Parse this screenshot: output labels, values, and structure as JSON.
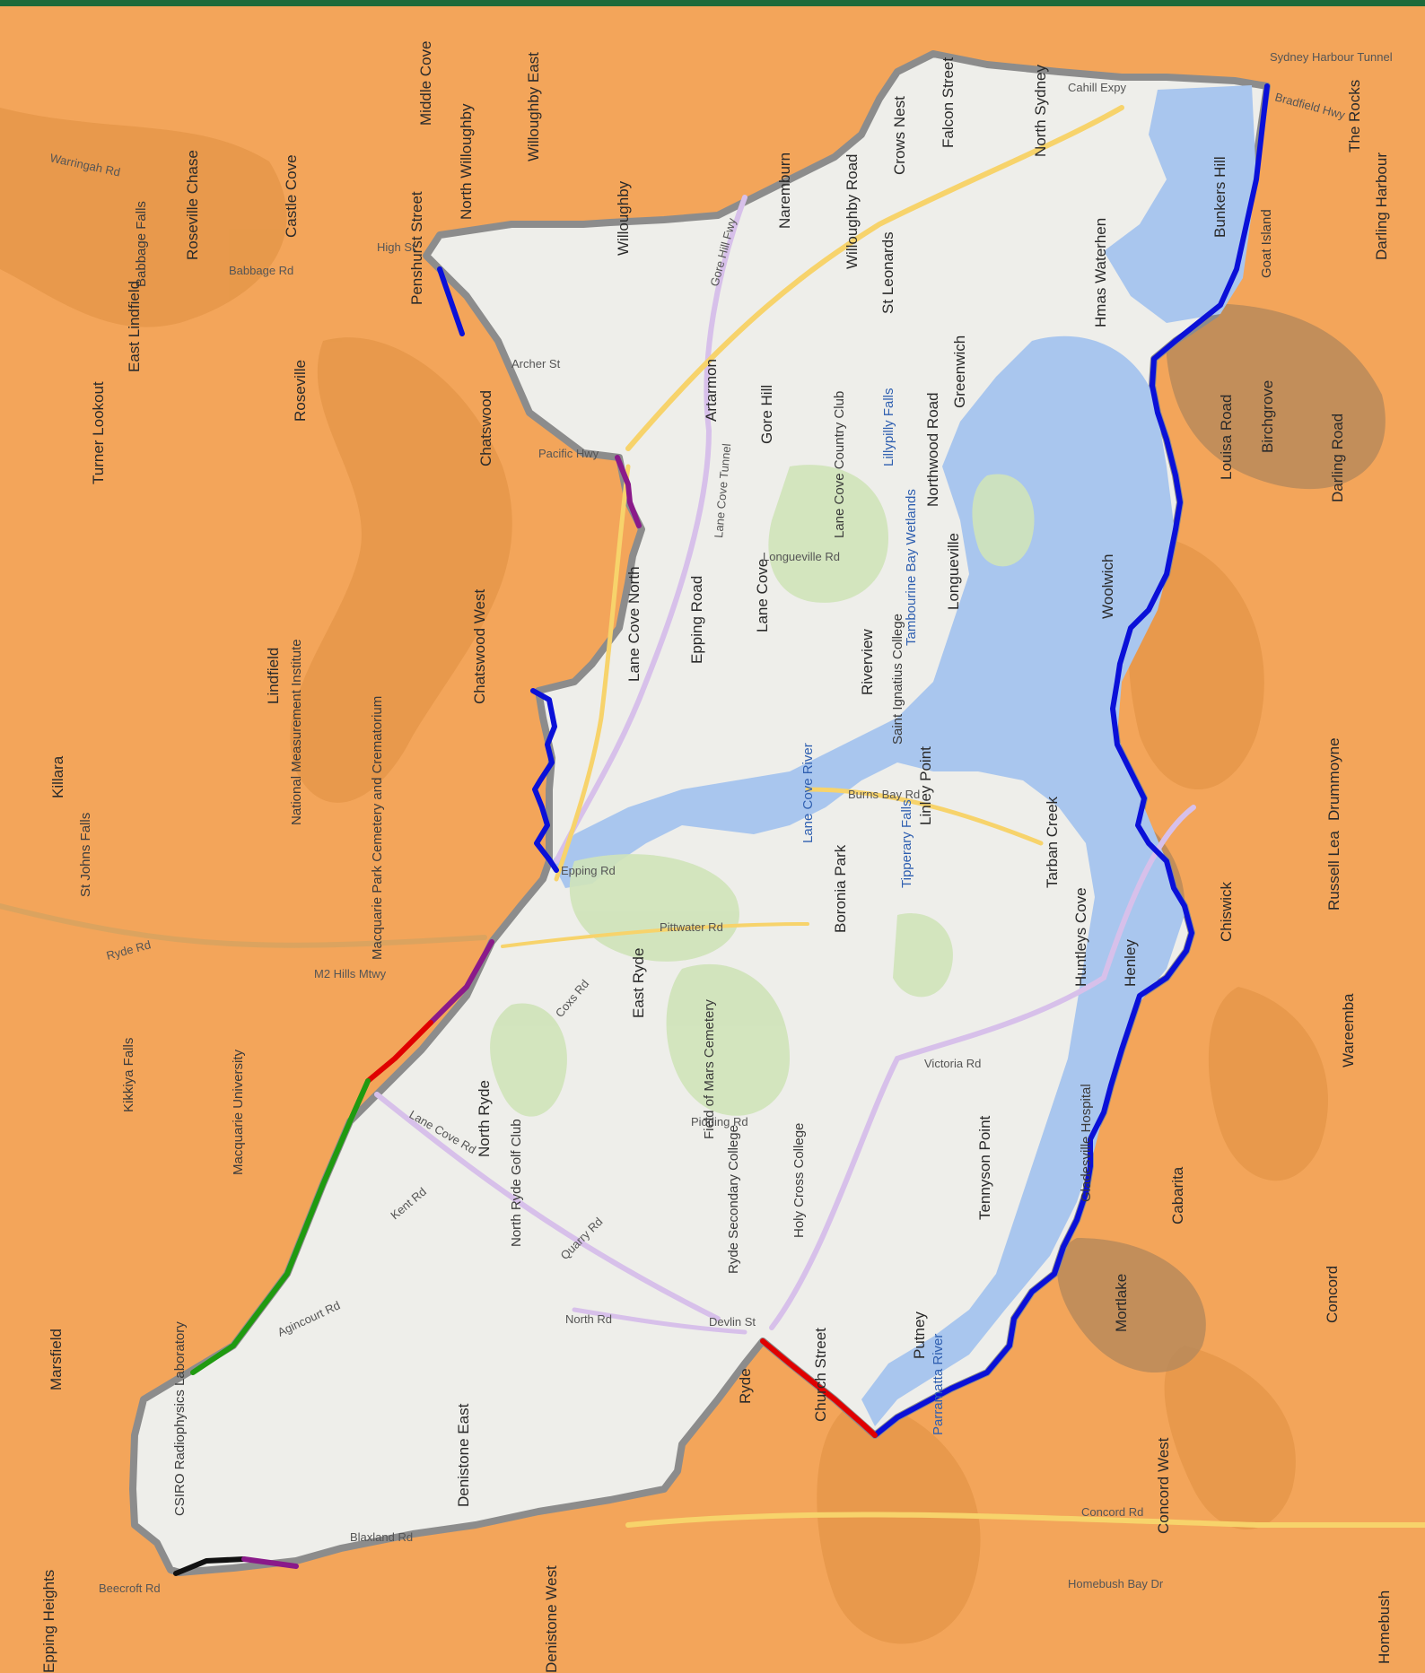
{
  "colors": {
    "outside": "#f3a55a",
    "outside_dark": "#e39446",
    "inside": "#eeeeea",
    "water": "#a9c6ee",
    "park": "#cfe3b9",
    "boundary_grey": "#8c8c8c",
    "blue": "#0a10d8",
    "red": "#e00000",
    "green": "#1f9a10",
    "purple": "#8a1a8a",
    "black": "#111111",
    "top_bar": "#1d6a3a"
  },
  "suburbs": {
    "north_sydney": "North Sydney",
    "crows_nest": "Crows Nest",
    "falcon_street": "Falcon Street",
    "willoughby": "Willoughby",
    "naremburn": "Naremburn",
    "willoughby_road": "Willoughby Road",
    "st_leonards": "St Leonards",
    "artarmon": "Artarmon",
    "gore_hill": "Gore Hill",
    "greenwich": "Greenwich",
    "northwood_road": "Northwood Road",
    "longueville": "Longueville",
    "lane_cove": "Lane Cove",
    "lane_cove_north": "Lane Cove North",
    "epping_road": "Epping Road",
    "riverview": "Riverview",
    "woolwich": "Woolwich",
    "linley_point": "Linley Point",
    "boronia_park": "Boronia Park",
    "east_ryde": "East Ryde",
    "north_ryde": "North Ryde",
    "huntleys_cove": "Huntleys Cove",
    "henley": "Henley",
    "tennyson_point": "Tennyson Point",
    "putney": "Putney",
    "ryde": "Ryde",
    "denistone_east": "Denistone East",
    "bunkers_hill": "Bunkers Hill",
    "hmas_waterhen": "Hmas Waterhen",
    "chatswood": "Chatswood",
    "chatswood_west": "Chatswood West",
    "roseville": "Roseville",
    "roseville_chase": "Roseville Chase",
    "castle_cove": "Castle Cove",
    "middle_cove": "Middle Cove",
    "north_willoughby": "North Willoughby",
    "willoughby_east": "Willoughby East",
    "penshurst_street": "Penshurst Street",
    "east_lindfield": "East Lindfield",
    "lindfield": "Lindfield",
    "killara": "Killara",
    "marsfield": "Marsfield",
    "chiswick": "Chiswick",
    "drummoyne": "Drummoyne",
    "russell_lea": "Russell Lea",
    "wareemba": "Wareemba",
    "cabarita": "Cabarita",
    "mortlake": "Mortlake",
    "concord": "Concord",
    "concord_west": "Concord West",
    "birchgrove": "Birchgrove",
    "louisa_road": "Louisa Road",
    "darling_road": "Darling Road",
    "the_rocks": "The Rocks",
    "darling_harbour": "Darling Harbour",
    "goat_island": "Goat Island",
    "turner_lookout": "Turner Lookout",
    "tarban_creek": "Tarban Creek",
    "church_street": "Church Street",
    "homebush": "Homebush",
    "epping_heights": "Epping Heights",
    "denistone_west": "Denistone West"
  },
  "roads": {
    "sydney_harbour_tunnel": "Sydney Harbour Tunnel",
    "cahill_expy": "Cahill Expy",
    "bradfield_hwy": "Bradfield Hwy",
    "pacific_hwy": "Pacific Hwy",
    "gore_hill_fwy": "Gore Hill Fwy",
    "lane_cove_tunnel": "Lane Cove Tunnel",
    "m2_hills_mtwy": "M2 Hills Mtwy",
    "lane_cove_rd": "Lane Cove Rd",
    "victoria_rd": "Victoria Rd",
    "epping_rd": "Epping Rd",
    "pittwater_rd": "Pittwater Rd",
    "warringah_rd": "Warringah Rd",
    "babbage_rd": "Babbage Rd",
    "high_st": "High St",
    "archer_st": "Archer St",
    "ryde_rd": "Ryde Rd",
    "blaxland_rd": "Blaxland Rd",
    "concord_rd": "Concord Rd",
    "homebush_bay_dr": "Homebush Bay Dr",
    "devlin_st": "Devlin St",
    "longueville_rd": "Longueville Rd",
    "burns_bay_rd": "Burns Bay Rd",
    "beecroft_rd": "Beecroft Rd",
    "pidding_rd": "Pidding Rd",
    "agincourt_rd": "Agincourt Rd",
    "north_rd": "North Rd",
    "coxs_rd": "Coxs Rd",
    "kent_rd": "Kent Rd",
    "quarry_rd": "Quarry Rd"
  },
  "water": {
    "lane_cove_river": "Lane Cove River",
    "parramatta_river": "Parramatta River",
    "lillypilly_falls": "Lillypilly Falls",
    "tipperary_falls": "Tipperary Falls",
    "tambourine_bay_wetlands": "Tambourine Bay Wetlands",
    "st_johns_falls": "St Johns Falls",
    "kikkiya_falls": "Kikkiya Falls",
    "babbage_falls": "Babbage Falls"
  },
  "places": {
    "lane_cove_country_club": "Lane Cove Country Club",
    "field_of_mars_cemetery": "Field of Mars Cemetery",
    "macquarie_university": "Macquarie University",
    "csiro": "CSIRO Radiophysics Laboratory",
    "gladesville_hospital": "Gladesville Hospital",
    "north_ryde_golf_club": "North Ryde Golf Club",
    "ryde_secondary_college": "Ryde Secondary College",
    "holy_cross_college": "Holy Cross College",
    "saint_ignatius_college": "Saint Ignatius College",
    "macquarie_park_cemetery": "Macquarie Park Cemetery and Crematorium",
    "national_measurement_institute": "National Measurement Institute"
  }
}
